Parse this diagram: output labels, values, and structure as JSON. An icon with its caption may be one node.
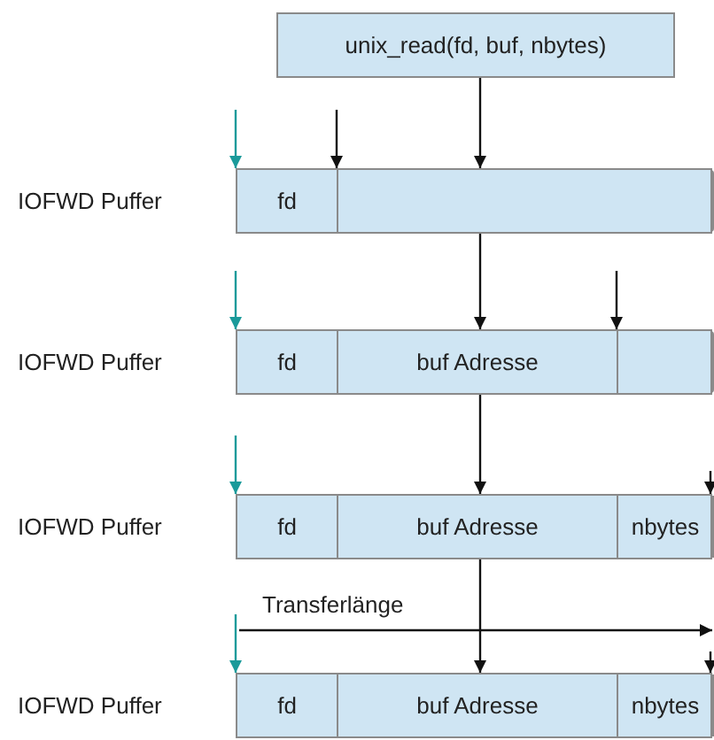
{
  "diagram": {
    "nodes": [
      {
        "text": [
          "unix_read(fd, buf, nbytes)"
        ]
      },
      {
        "text": [],
        "shape": "bar"
      },
      {
        "text": [
          "fd"
        ],
        "in": 1
      },
      {
        "text": [],
        "shape": "box",
        "in": 1
      },
      {
        "text": [],
        "shape": "bar"
      },
      {
        "text": [
          "fd"
        ],
        "in": 4
      },
      {
        "text": [
          "buf Adresse"
        ],
        "in": 4
      },
      {
        "text": [],
        "shape": "box",
        "in": 4
      },
      {
        "text": [],
        "shape": "bar"
      },
      {
        "text": [
          "fd"
        ],
        "in": 8
      },
      {
        "text": [
          "buf Adresse"
        ],
        "in": 8
      },
      {
        "text": [
          "nbytes"
        ],
        "in": 8
      },
      {
        "text": [],
        "shape": "bar"
      },
      {
        "text": [
          "fd"
        ],
        "in": 12
      },
      {
        "text": [
          "buf Adresse"
        ],
        "in": 12
      },
      {
        "text": [
          "nbytes"
        ],
        "in": 12
      }
    ],
    "edges": [
      {
        "from": 0,
        "to": 1,
        "arrow": "to"
      },
      {
        "from": null,
        "to": 1,
        "arrow": "to",
        "color": "#1a9a9a"
      },
      {
        "from": null,
        "to": 3,
        "arrow": "to"
      },
      {
        "from": 1,
        "to": 4,
        "arrow": "to"
      },
      {
        "from": null,
        "to": 4,
        "arrow": "to",
        "color": "#1a9a9a"
      },
      {
        "from": null,
        "to": 7,
        "arrow": "to"
      },
      {
        "from": 4,
        "to": 8,
        "arrow": "to"
      },
      {
        "from": null,
        "to": 8,
        "arrow": "to",
        "color": "#1a9a9a"
      },
      {
        "from": null,
        "to": 11,
        "arrow": "to"
      },
      {
        "from": 8,
        "to": 12,
        "arrow": "to"
      },
      {
        "from": null,
        "to": 12,
        "arrow": "to",
        "color": "#1a9a9a"
      },
      {
        "from": null,
        "to": 15,
        "arrow": "to"
      }
    ],
    "labels": [
      "IOFWD Puffer",
      "IOFWD Puffer",
      "IOFWD Puffer",
      "Transferlänge",
      "IOFWD Puffer"
    ]
  }
}
